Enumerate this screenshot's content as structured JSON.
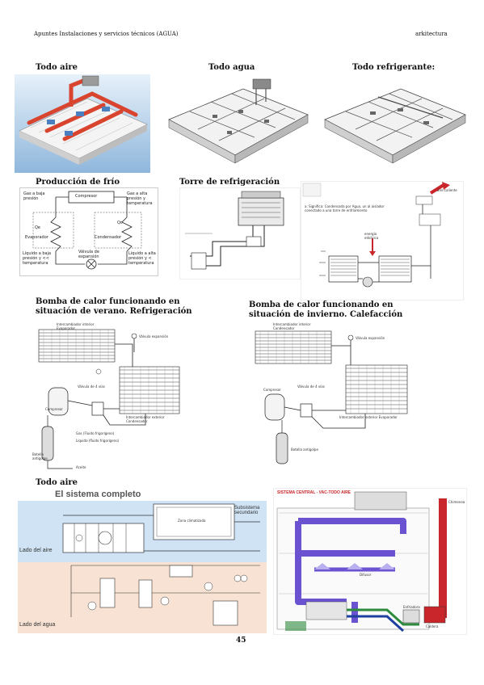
{
  "header": {
    "left": "Apuntes Instalaciones y servicios técnicos (AGUA)",
    "right": "arkitectura"
  },
  "sections": {
    "todo_aire": "Todo aire",
    "todo_agua": "Todo agua",
    "todo_refrigerante": "Todo refrigerante:",
    "produccion_frio": "Producción de frío",
    "torre": "Torre de refrigeración",
    "bomba_verano_1": "Bomba de calor funcionando en",
    "bomba_verano_2": "situación de verano. Refrigeración",
    "bomba_invierno_1": "Bomba de calor funcionando en",
    "bomba_invierno_2": "situación de invierno. Calefacción",
    "todo_aire_2": "Todo aire"
  },
  "frio_diagram": {
    "compresor": "Compresor",
    "gas_baja": "Gas a baja presión",
    "gas_alta": "Gas a alta presión y temperatura",
    "qe": "Qe",
    "qc": "Qc",
    "evaporador": "Evaporador",
    "condensador": "Condensador",
    "liq_baja": "Líquido a baja presión y << temperatura",
    "valvula": "Válvula de expansión",
    "liq_alta": "Líquido a alta presión y < temperatura"
  },
  "torre_diagram": {
    "note": "a: Significa: Condensada por Agua, un al aislador conectado a una torre de enfriamiento",
    "aire_caliente": "aire caliente",
    "energia": "energía eléctrica"
  },
  "verano_diagram": {
    "evaporador": "Intercambiador interior Evaporador",
    "valvula": "Válvula expansión",
    "compresor": "Compresor",
    "valvula4": "Válvula de 4 vías",
    "condensador": "Intercambiador exterior Condensador",
    "gas_frigorigeno": "Gas (Fluido frigorígeno)",
    "liquido": "Líquido (fluido frigorígeno)",
    "botella": "Botella antigolpe",
    "aceite": "Aceite"
  },
  "invierno_diagram": {
    "condensador": "Intercambiador interior Condensador",
    "valvula": "Válvula expansión",
    "compresor": "Compresor",
    "valvula4": "Válvula de 4 vías",
    "evaporador": "Intercambiador exterior Evaporador",
    "botella": "Botella antigolpe"
  },
  "sistema_completo": {
    "title": "El sistema completo",
    "subsistema": "Subsistema secundario",
    "lado_aire": "Lado del aire",
    "lado_agua": "Lado del agua",
    "zona": "Zona climatizada"
  },
  "sistema_central": {
    "title": "SISTEMA CENTRAL - VAC-TODO AIRE",
    "chimenea": "Chimenea",
    "difusor": "Difusor",
    "caldera": "Caldera",
    "enfriadora": "Enfriadora"
  },
  "page_number": "45",
  "colors": {
    "duct_red": "#d9442f",
    "duct_purple": "#6a52d1",
    "sky_blue": "#bcd7ec",
    "air_band": "#cfe3f4",
    "water_band": "#f7e2d3",
    "chimney_red": "#c8262a"
  }
}
